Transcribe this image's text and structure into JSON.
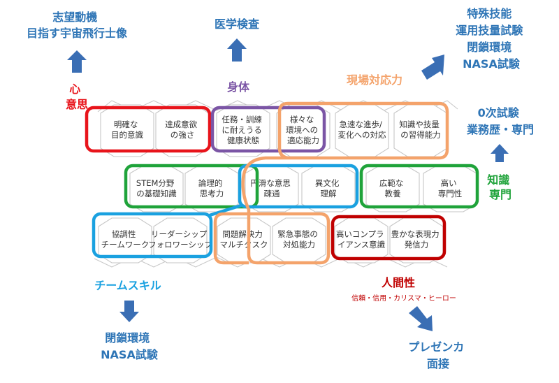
{
  "colors": {
    "red": "#E8141B",
    "purple": "#7B55A5",
    "orange": "#F4A36B",
    "green": "#1FA33A",
    "cyan": "#1AA1E0",
    "darkred": "#C00000",
    "text_blue": "#2E75B6",
    "arrow": "#3A6EB4"
  },
  "categories": {
    "heart": {
      "line1": "心",
      "line2": "意思"
    },
    "body": {
      "label": "身体"
    },
    "field": {
      "label": "現場対応力"
    },
    "knowledge": {
      "line1": "知識",
      "line2": "専門"
    },
    "team": {
      "label": "チームスキル"
    },
    "humanity": {
      "label": "人間性",
      "sub": "信頼・信用・カリスマ・ヒーロー"
    }
  },
  "outcomes": {
    "motivation": {
      "line1": "志望動機",
      "line2": "目指す宇宙飛行士像"
    },
    "medical": {
      "label": "医学検査"
    },
    "special": {
      "line1": "特殊技能",
      "line2": "運用技量試験",
      "line3": "閉鎖環境",
      "line4": "NASA試験"
    },
    "zero": {
      "line1": "0次試験",
      "line2": "業務歴・専門"
    },
    "closed": {
      "line1": "閉鎖環境",
      "line2": "NASA試験"
    },
    "presentation": {
      "line1": "プレゼンカ",
      "line2": "面接"
    }
  },
  "hexes": {
    "r1": [
      {
        "l1": "明確な",
        "l2": "目的意識",
        "l3": ""
      },
      {
        "l1": "達成意欲",
        "l2": "の強さ",
        "l3": ""
      },
      {
        "l1": "任務・訓練",
        "l2": "に耐えうる",
        "l3": "健康状態"
      },
      {
        "l1": "様々な",
        "l2": "環境への",
        "l3": "適応能力"
      },
      {
        "l1": "急速な進歩/",
        "l2": "変化への対応",
        "l3": ""
      },
      {
        "l1": "知識や技量",
        "l2": "の習得能力",
        "l3": ""
      }
    ],
    "r2": [
      {
        "l1": "STEM分野",
        "l2": "の基礎知識"
      },
      {
        "l1": "論理的",
        "l2": "思考力"
      },
      {
        "l1": "円滑な意思",
        "l2": "疎通"
      },
      {
        "l1": "異文化",
        "l2": "理解"
      },
      {
        "l1": "広範な",
        "l2": "教養"
      },
      {
        "l1": "高い",
        "l2": "専門性"
      }
    ],
    "r3": [
      {
        "l1": "協調性",
        "l2": "チームワーク"
      },
      {
        "l1": "リーダーシップ",
        "l2": "フォロワーシップ"
      },
      {
        "l1": "問題解決力",
        "l2": "マルチタスク"
      },
      {
        "l1": "緊急事態の",
        "l2": "対処能力"
      },
      {
        "l1": "高いコンプラ",
        "l2": "イアンス意識"
      },
      {
        "l1": "豊かな表現力",
        "l2": "発信力"
      }
    ]
  }
}
